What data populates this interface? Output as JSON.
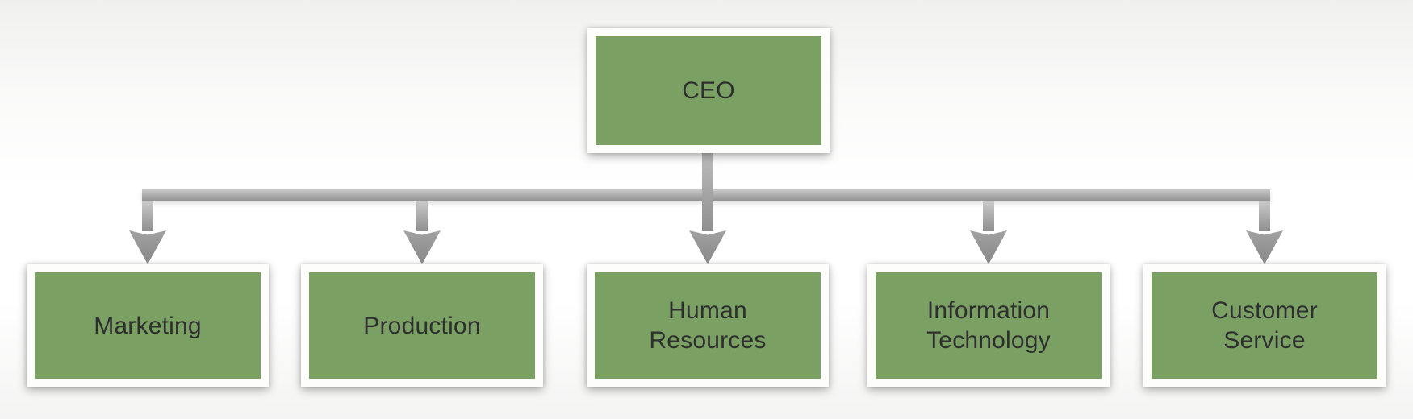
{
  "diagram": {
    "type": "org-chart",
    "colors": {
      "box_fill": "#7aa064",
      "box_frame": "#fdfdfc",
      "connector_light": "#cacaca",
      "connector_dark": "#8f8f8f",
      "text": "#2f2f2f"
    },
    "root": {
      "id": "ceo",
      "label": "CEO",
      "line1": "CEO",
      "line2": ""
    },
    "children": [
      {
        "id": "marketing",
        "label": "Marketing",
        "line1": "Marketing",
        "line2": ""
      },
      {
        "id": "production",
        "label": "Production",
        "line1": "Production",
        "line2": ""
      },
      {
        "id": "human-resources",
        "label": "Human Resources",
        "line1": "Human",
        "line2": "Resources"
      },
      {
        "id": "information-technology",
        "label": "Information Technology",
        "line1": "Information",
        "line2": "Technology"
      },
      {
        "id": "customer-service",
        "label": "Customer Service",
        "line1": "Customer",
        "line2": "Service"
      }
    ]
  }
}
